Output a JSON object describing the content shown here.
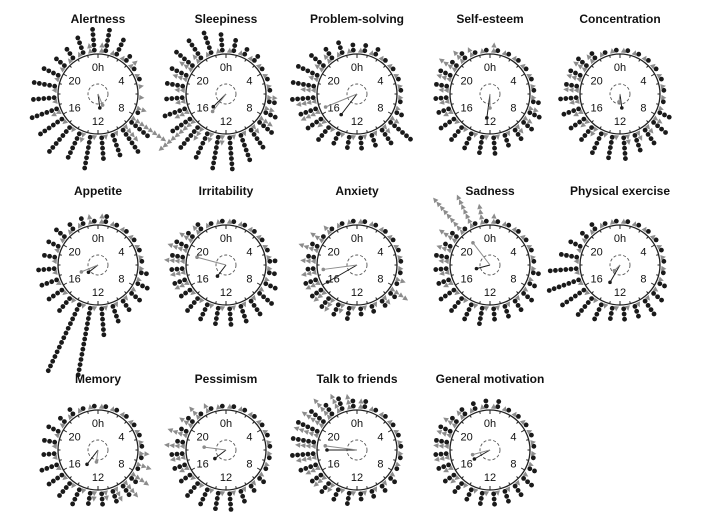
{
  "chart_data": [
    {
      "type": "circular-dot-histogram",
      "title": "Alertness",
      "hour_labels": [
        "0h",
        "4",
        "8",
        "12",
        "16",
        "20"
      ],
      "series": [
        {
          "name": "",
          "color": "#1a1a1a",
          "counts": [
            5,
            4,
            2,
            1,
            1,
            0,
            0,
            1,
            5,
            6,
            5,
            5,
            7,
            6,
            7,
            6,
            6,
            5,
            5,
            4,
            3,
            3,
            4,
            5
          ],
          "mean_hour": 11.5,
          "mean_length": 0.35
        },
        {
          "name": "",
          "color": "#8c8c8c",
          "counts": [
            2,
            1,
            1,
            2,
            1,
            1,
            1,
            2,
            8,
            4,
            1,
            1,
            1,
            2,
            1,
            1,
            2,
            1,
            1,
            1,
            1,
            1,
            1,
            2
          ],
          "mean_hour": 10.5,
          "mean_length": 0.3
        }
      ]
    },
    {
      "type": "circular-dot-histogram",
      "title": "Sleepiness",
      "hour_labels": [
        "0h",
        "4",
        "8",
        "12",
        "16",
        "20"
      ],
      "series": [
        {
          "name": "",
          "color": "#1a1a1a",
          "counts": [
            3,
            2,
            2,
            1,
            1,
            1,
            2,
            3,
            4,
            5,
            6,
            7,
            7,
            6,
            6,
            5,
            5,
            4,
            4,
            4,
            5,
            5,
            5,
            4
          ],
          "mean_hour": 15.0,
          "mean_length": 0.45
        },
        {
          "name": "",
          "color": "#8c8c8c",
          "counts": [
            1,
            1,
            1,
            1,
            1,
            1,
            2,
            2,
            3,
            2,
            1,
            1,
            2,
            2,
            3,
            9,
            3,
            2,
            2,
            3,
            3,
            2,
            1,
            1
          ],
          "mean_hour": 14.5,
          "mean_length": 0.55
        }
      ]
    },
    {
      "type": "circular-dot-histogram",
      "title": "Problem-solving",
      "hour_labels": [
        "0h",
        "4",
        "8",
        "12",
        "16",
        "20"
      ],
      "series": [
        {
          "name": "",
          "color": "#1a1a1a",
          "counts": [
            2,
            2,
            1,
            1,
            1,
            1,
            1,
            2,
            6,
            4,
            3,
            3,
            3,
            3,
            4,
            4,
            4,
            5,
            5,
            5,
            4,
            3,
            3,
            2
          ],
          "mean_hour": 14.5,
          "mean_length": 0.65
        },
        {
          "name": "",
          "color": "#8c8c8c",
          "counts": [
            1,
            1,
            1,
            1,
            1,
            1,
            1,
            1,
            2,
            2,
            1,
            1,
            1,
            1,
            1,
            2,
            4,
            4,
            3,
            2,
            2,
            2,
            1,
            1
          ],
          "mean_hour": 16.5,
          "mean_length": 0.85
        }
      ]
    },
    {
      "type": "circular-dot-histogram",
      "title": "Self-esteem",
      "hour_labels": [
        "0h",
        "4",
        "8",
        "12",
        "16",
        "20"
      ],
      "series": [
        {
          "name": "",
          "color": "#1a1a1a",
          "counts": [
            1,
            1,
            1,
            1,
            1,
            1,
            2,
            3,
            3,
            3,
            3,
            4,
            4,
            4,
            4,
            4,
            3,
            3,
            3,
            3,
            2,
            2,
            1,
            1
          ],
          "mean_hour": 12.5,
          "mean_length": 0.6
        },
        {
          "name": "",
          "color": "#8c8c8c",
          "counts": [
            2,
            1,
            1,
            1,
            1,
            1,
            1,
            2,
            2,
            2,
            1,
            1,
            1,
            1,
            1,
            1,
            2,
            2,
            2,
            3,
            4,
            3,
            2,
            1
          ],
          "mean_hour": 12.0,
          "mean_length": 0.35
        }
      ]
    },
    {
      "type": "circular-dot-histogram",
      "title": "Concentration",
      "hour_labels": [
        "0h",
        "4",
        "8",
        "12",
        "16",
        "20"
      ],
      "series": [
        {
          "name": "",
          "color": "#1a1a1a",
          "counts": [
            1,
            1,
            1,
            1,
            1,
            1,
            1,
            3,
            4,
            4,
            4,
            5,
            5,
            5,
            4,
            4,
            4,
            4,
            3,
            3,
            3,
            2,
            1,
            1
          ],
          "mean_hour": 11.5,
          "mean_length": 0.35
        },
        {
          "name": "",
          "color": "#8c8c8c",
          "counts": [
            1,
            1,
            1,
            1,
            1,
            1,
            1,
            1,
            2,
            2,
            2,
            2,
            1,
            1,
            2,
            2,
            2,
            2,
            3,
            3,
            3,
            2,
            1,
            1
          ],
          "mean_hour": 12.5,
          "mean_length": 0.2
        }
      ]
    },
    {
      "type": "circular-dot-histogram",
      "title": "Appetite",
      "hour_labels": [
        "0h",
        "4",
        "8",
        "12",
        "16",
        "20"
      ],
      "series": [
        {
          "name": "",
          "color": "#1a1a1a",
          "counts": [
            2,
            1,
            1,
            1,
            1,
            1,
            2,
            3,
            3,
            3,
            4,
            6,
            14,
            15,
            4,
            4,
            4,
            4,
            3,
            3,
            3,
            2,
            2,
            1
          ],
          "mean_hour": 15.5,
          "mean_length": 0.3
        },
        {
          "name": "",
          "color": "#8c8c8c",
          "counts": [
            2,
            1,
            1,
            1,
            1,
            1,
            1,
            1,
            1,
            1,
            1,
            1,
            1,
            1,
            1,
            1,
            1,
            1,
            1,
            1,
            1,
            1,
            1,
            2
          ],
          "mean_hour": 16.5,
          "mean_length": 0.45
        }
      ]
    },
    {
      "type": "circular-dot-histogram",
      "title": "Irritability",
      "hour_labels": [
        "0h",
        "4",
        "8",
        "12",
        "16",
        "20"
      ],
      "series": [
        {
          "name": "",
          "color": "#1a1a1a",
          "counts": [
            1,
            1,
            1,
            1,
            1,
            2,
            2,
            3,
            4,
            4,
            4,
            4,
            4,
            4,
            4,
            3,
            3,
            3,
            3,
            3,
            2,
            2,
            1,
            1
          ],
          "mean_hour": 14.5,
          "mean_length": 0.35
        },
        {
          "name": "",
          "color": "#8c8c8c",
          "counts": [
            1,
            1,
            1,
            1,
            1,
            1,
            1,
            1,
            1,
            1,
            1,
            1,
            1,
            1,
            1,
            1,
            3,
            3,
            4,
            4,
            3,
            2,
            1,
            1
          ],
          "mean_hour": 19.0,
          "mean_length": 0.75
        }
      ]
    },
    {
      "type": "circular-dot-histogram",
      "title": "Anxiety",
      "hour_labels": [
        "0h",
        "4",
        "8",
        "12",
        "16",
        "20"
      ],
      "series": [
        {
          "name": "",
          "color": "#1a1a1a",
          "counts": [
            1,
            1,
            1,
            1,
            1,
            1,
            1,
            1,
            2,
            2,
            2,
            2,
            3,
            3,
            3,
            3,
            3,
            2,
            2,
            2,
            1,
            1,
            1,
            1
          ],
          "mean_hour": 16.0,
          "mean_length": 0.85
        },
        {
          "name": "",
          "color": "#8c8c8c",
          "counts": [
            1,
            1,
            1,
            1,
            1,
            1,
            1,
            2,
            4,
            2,
            1,
            1,
            1,
            2,
            3,
            3,
            3,
            3,
            3,
            4,
            3,
            2,
            1,
            1
          ],
          "mean_hour": 17.5,
          "mean_length": 0.85
        }
      ]
    },
    {
      "type": "circular-dot-histogram",
      "title": "Sadness",
      "hour_labels": [
        "0h",
        "4",
        "8",
        "12",
        "16",
        "20"
      ],
      "series": [
        {
          "name": "",
          "color": "#1a1a1a",
          "counts": [
            1,
            1,
            1,
            1,
            1,
            1,
            2,
            2,
            3,
            3,
            3,
            3,
            4,
            4,
            4,
            4,
            3,
            3,
            3,
            2,
            2,
            1,
            1,
            1
          ],
          "mean_hour": 17.0,
          "mean_length": 0.35
        },
        {
          "name": "",
          "color": "#8c8c8c",
          "counts": [
            2,
            1,
            1,
            1,
            1,
            1,
            1,
            1,
            1,
            1,
            1,
            1,
            1,
            1,
            1,
            1,
            2,
            2,
            2,
            3,
            4,
            9,
            7,
            4
          ],
          "mean_hour": 21.5,
          "mean_length": 0.7
        }
      ]
    },
    {
      "type": "circular-dot-histogram",
      "title": "Physical exercise",
      "hour_labels": [
        "0h",
        "4",
        "8",
        "12",
        "16",
        "20"
      ],
      "series": [
        {
          "name": "",
          "color": "#1a1a1a",
          "counts": [
            1,
            1,
            1,
            1,
            1,
            1,
            1,
            2,
            3,
            4,
            3,
            3,
            3,
            4,
            5,
            6,
            7,
            6,
            4,
            3,
            2,
            2,
            1,
            1
          ],
          "mean_hour": 14.0,
          "mean_length": 0.5
        },
        {
          "name": "",
          "color": "#8c8c8c",
          "counts": [
            1,
            1,
            1,
            1,
            1,
            1,
            1,
            1,
            1,
            1,
            1,
            1,
            1,
            1,
            1,
            1,
            1,
            1,
            1,
            1,
            1,
            1,
            1,
            1
          ],
          "mean_hour": 15.0,
          "mean_length": 0.2
        }
      ]
    },
    {
      "type": "circular-dot-histogram",
      "title": "Memory",
      "hour_labels": [
        "0h",
        "4",
        "8",
        "12",
        "16",
        "20"
      ],
      "series": [
        {
          "name": "",
          "color": "#1a1a1a",
          "counts": [
            1,
            1,
            1,
            1,
            1,
            1,
            1,
            1,
            2,
            3,
            3,
            3,
            3,
            4,
            4,
            4,
            4,
            3,
            3,
            3,
            2,
            2,
            1,
            1
          ],
          "mean_hour": 14.5,
          "mean_length": 0.45
        },
        {
          "name": "",
          "color": "#8c8c8c",
          "counts": [
            1,
            1,
            1,
            1,
            1,
            1,
            2,
            3,
            4,
            4,
            3,
            2,
            2,
            1,
            1,
            1,
            1,
            1,
            1,
            1,
            1,
            1,
            1,
            1
          ],
          "mean_hour": 12.5,
          "mean_length": 0.3
        }
      ]
    },
    {
      "type": "circular-dot-histogram",
      "title": "Pessimism",
      "hour_labels": [
        "0h",
        "4",
        "8",
        "12",
        "16",
        "20"
      ],
      "series": [
        {
          "name": "",
          "color": "#1a1a1a",
          "counts": [
            1,
            1,
            1,
            1,
            1,
            1,
            1,
            1,
            2,
            2,
            3,
            4,
            4,
            4,
            4,
            3,
            3,
            3,
            2,
            2,
            2,
            1,
            1,
            1
          ],
          "mean_hour": 15.5,
          "mean_length": 0.35
        },
        {
          "name": "",
          "color": "#8c8c8c",
          "counts": [
            1,
            1,
            1,
            1,
            1,
            1,
            1,
            1,
            1,
            1,
            1,
            1,
            1,
            1,
            1,
            1,
            2,
            3,
            4,
            4,
            3,
            3,
            2,
            1
          ],
          "mean_hour": 18.5,
          "mean_length": 0.55
        }
      ]
    },
    {
      "type": "circular-dot-histogram",
      "title": "Talk to friends",
      "hour_labels": [
        "0h",
        "4",
        "8",
        "12",
        "16",
        "20"
      ],
      "series": [
        {
          "name": "",
          "color": "#1a1a1a",
          "counts": [
            2,
            1,
            1,
            1,
            1,
            1,
            1,
            1,
            2,
            2,
            2,
            2,
            3,
            3,
            3,
            3,
            4,
            5,
            5,
            5,
            4,
            3,
            3,
            2
          ],
          "mean_hour": 18.0,
          "mean_length": 0.75
        },
        {
          "name": "",
          "color": "#8c8c8c",
          "counts": [
            2,
            1,
            1,
            1,
            1,
            1,
            1,
            1,
            1,
            1,
            1,
            1,
            1,
            1,
            2,
            3,
            3,
            4,
            4,
            5,
            5,
            5,
            4,
            3
          ],
          "mean_hour": 18.5,
          "mean_length": 0.8
        }
      ]
    },
    {
      "type": "circular-dot-histogram",
      "title": "General motivation",
      "hour_labels": [
        "0h",
        "4",
        "8",
        "12",
        "16",
        "20"
      ],
      "series": [
        {
          "name": "",
          "color": "#1a1a1a",
          "counts": [
            2,
            1,
            1,
            1,
            1,
            1,
            1,
            2,
            3,
            3,
            3,
            3,
            3,
            3,
            3,
            3,
            3,
            3,
            3,
            3,
            2,
            2,
            2,
            2
          ],
          "mean_hour": 16.0,
          "mean_length": 0.45
        },
        {
          "name": "",
          "color": "#8c8c8c",
          "counts": [
            1,
            1,
            1,
            1,
            1,
            1,
            1,
            1,
            1,
            1,
            1,
            1,
            1,
            1,
            1,
            2,
            2,
            3,
            3,
            3,
            3,
            2,
            1,
            1
          ],
          "mean_hour": 17.0,
          "mean_length": 0.45
        }
      ]
    }
  ]
}
